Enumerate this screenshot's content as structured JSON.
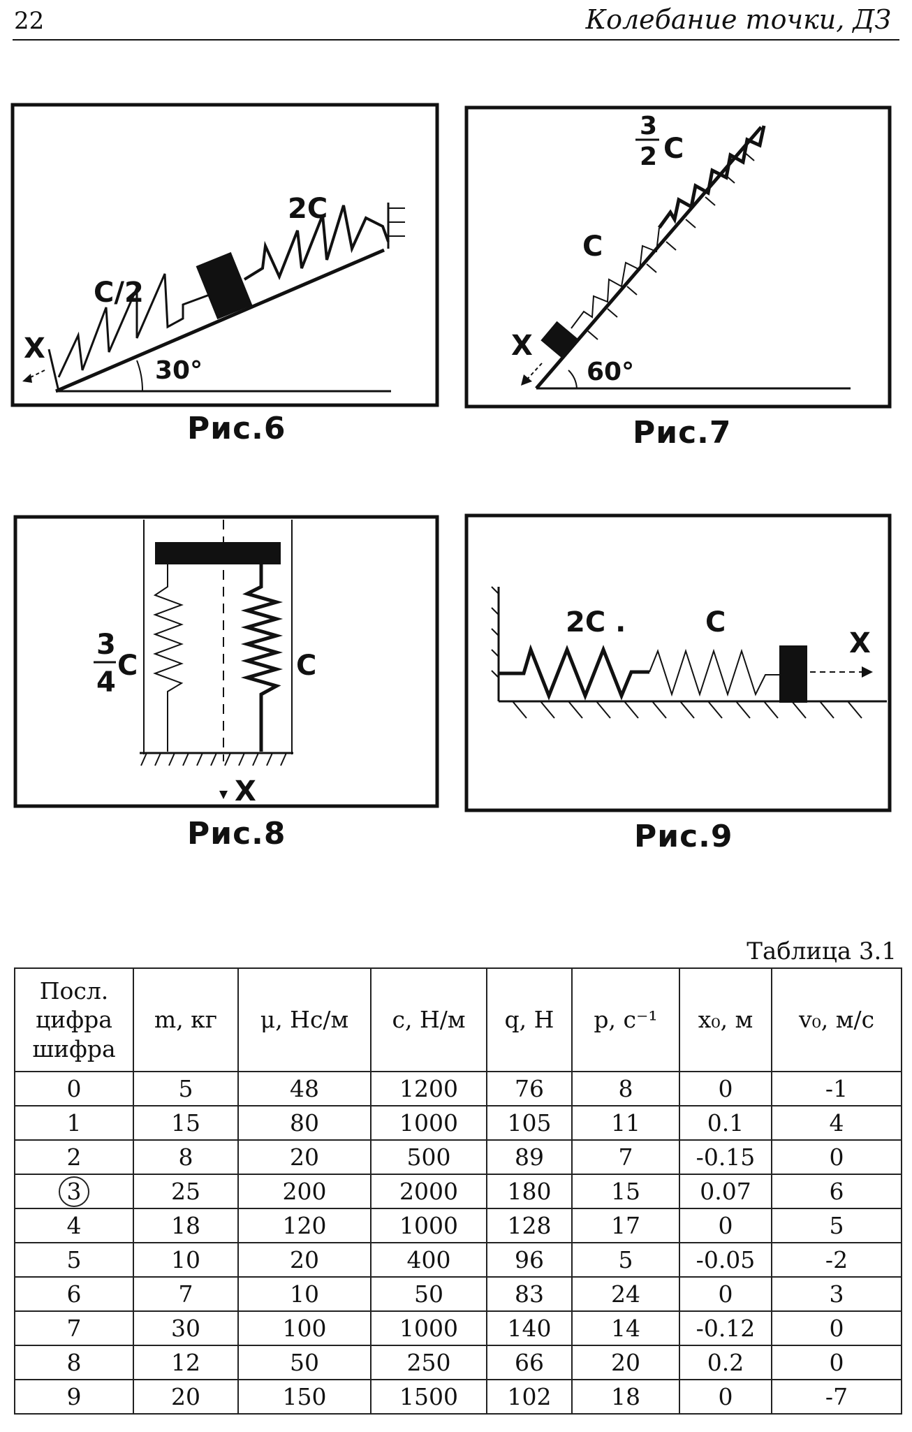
{
  "header": {
    "page_number": "22",
    "running_title": "Колебание точки, ДЗ"
  },
  "figures": {
    "fig6": {
      "caption": "Рис.6",
      "spring_top": "2C",
      "spring_bottom": "C/2",
      "angle": "30°",
      "axis": "X"
    },
    "fig7": {
      "caption": "Рис.7",
      "spring_top_num": "3",
      "spring_top_den": "2",
      "spring_top_c": "C",
      "spring_bottom": "C",
      "angle": "60°",
      "axis": "X"
    },
    "fig8": {
      "caption": "Рис.8",
      "left_num": "3",
      "left_den": "4",
      "left_c": "C",
      "right": "C",
      "axis": "X"
    },
    "fig9": {
      "caption": "Рис.9",
      "spring_left": "2C .",
      "spring_right": "C",
      "axis": "X"
    }
  },
  "table": {
    "caption": "Таблица 3.1",
    "headers": [
      [
        "Посл.",
        "цифра",
        "шифра"
      ],
      [
        "m, кг"
      ],
      [
        "μ, Hc/м"
      ],
      [
        "c, Н/м"
      ],
      [
        "q, Н"
      ],
      [
        "p, с⁻¹"
      ],
      [
        "x₀, м"
      ],
      [
        "v₀, м/с"
      ]
    ],
    "rows": [
      [
        "0",
        "5",
        "48",
        "1200",
        "76",
        "8",
        "0",
        "-1"
      ],
      [
        "1",
        "15",
        "80",
        "1000",
        "105",
        "11",
        "0.1",
        "4"
      ],
      [
        "2",
        "8",
        "20",
        "500",
        "89",
        "7",
        "-0.15",
        "0"
      ],
      [
        "3",
        "25",
        "200",
        "2000",
        "180",
        "15",
        "0.07",
        "6"
      ],
      [
        "4",
        "18",
        "120",
        "1000",
        "128",
        "17",
        "0",
        "5"
      ],
      [
        "5",
        "10",
        "20",
        "400",
        "96",
        "5",
        "-0.05",
        "-2"
      ],
      [
        "6",
        "7",
        "10",
        "50",
        "83",
        "24",
        "0",
        "3"
      ],
      [
        "7",
        "30",
        "100",
        "1000",
        "140",
        "14",
        "-0.12",
        "0"
      ],
      [
        "8",
        "12",
        "50",
        "250",
        "66",
        "20",
        "0.2",
        "0"
      ],
      [
        "9",
        "20",
        "150",
        "1500",
        "102",
        "18",
        "0",
        "-7"
      ]
    ]
  }
}
